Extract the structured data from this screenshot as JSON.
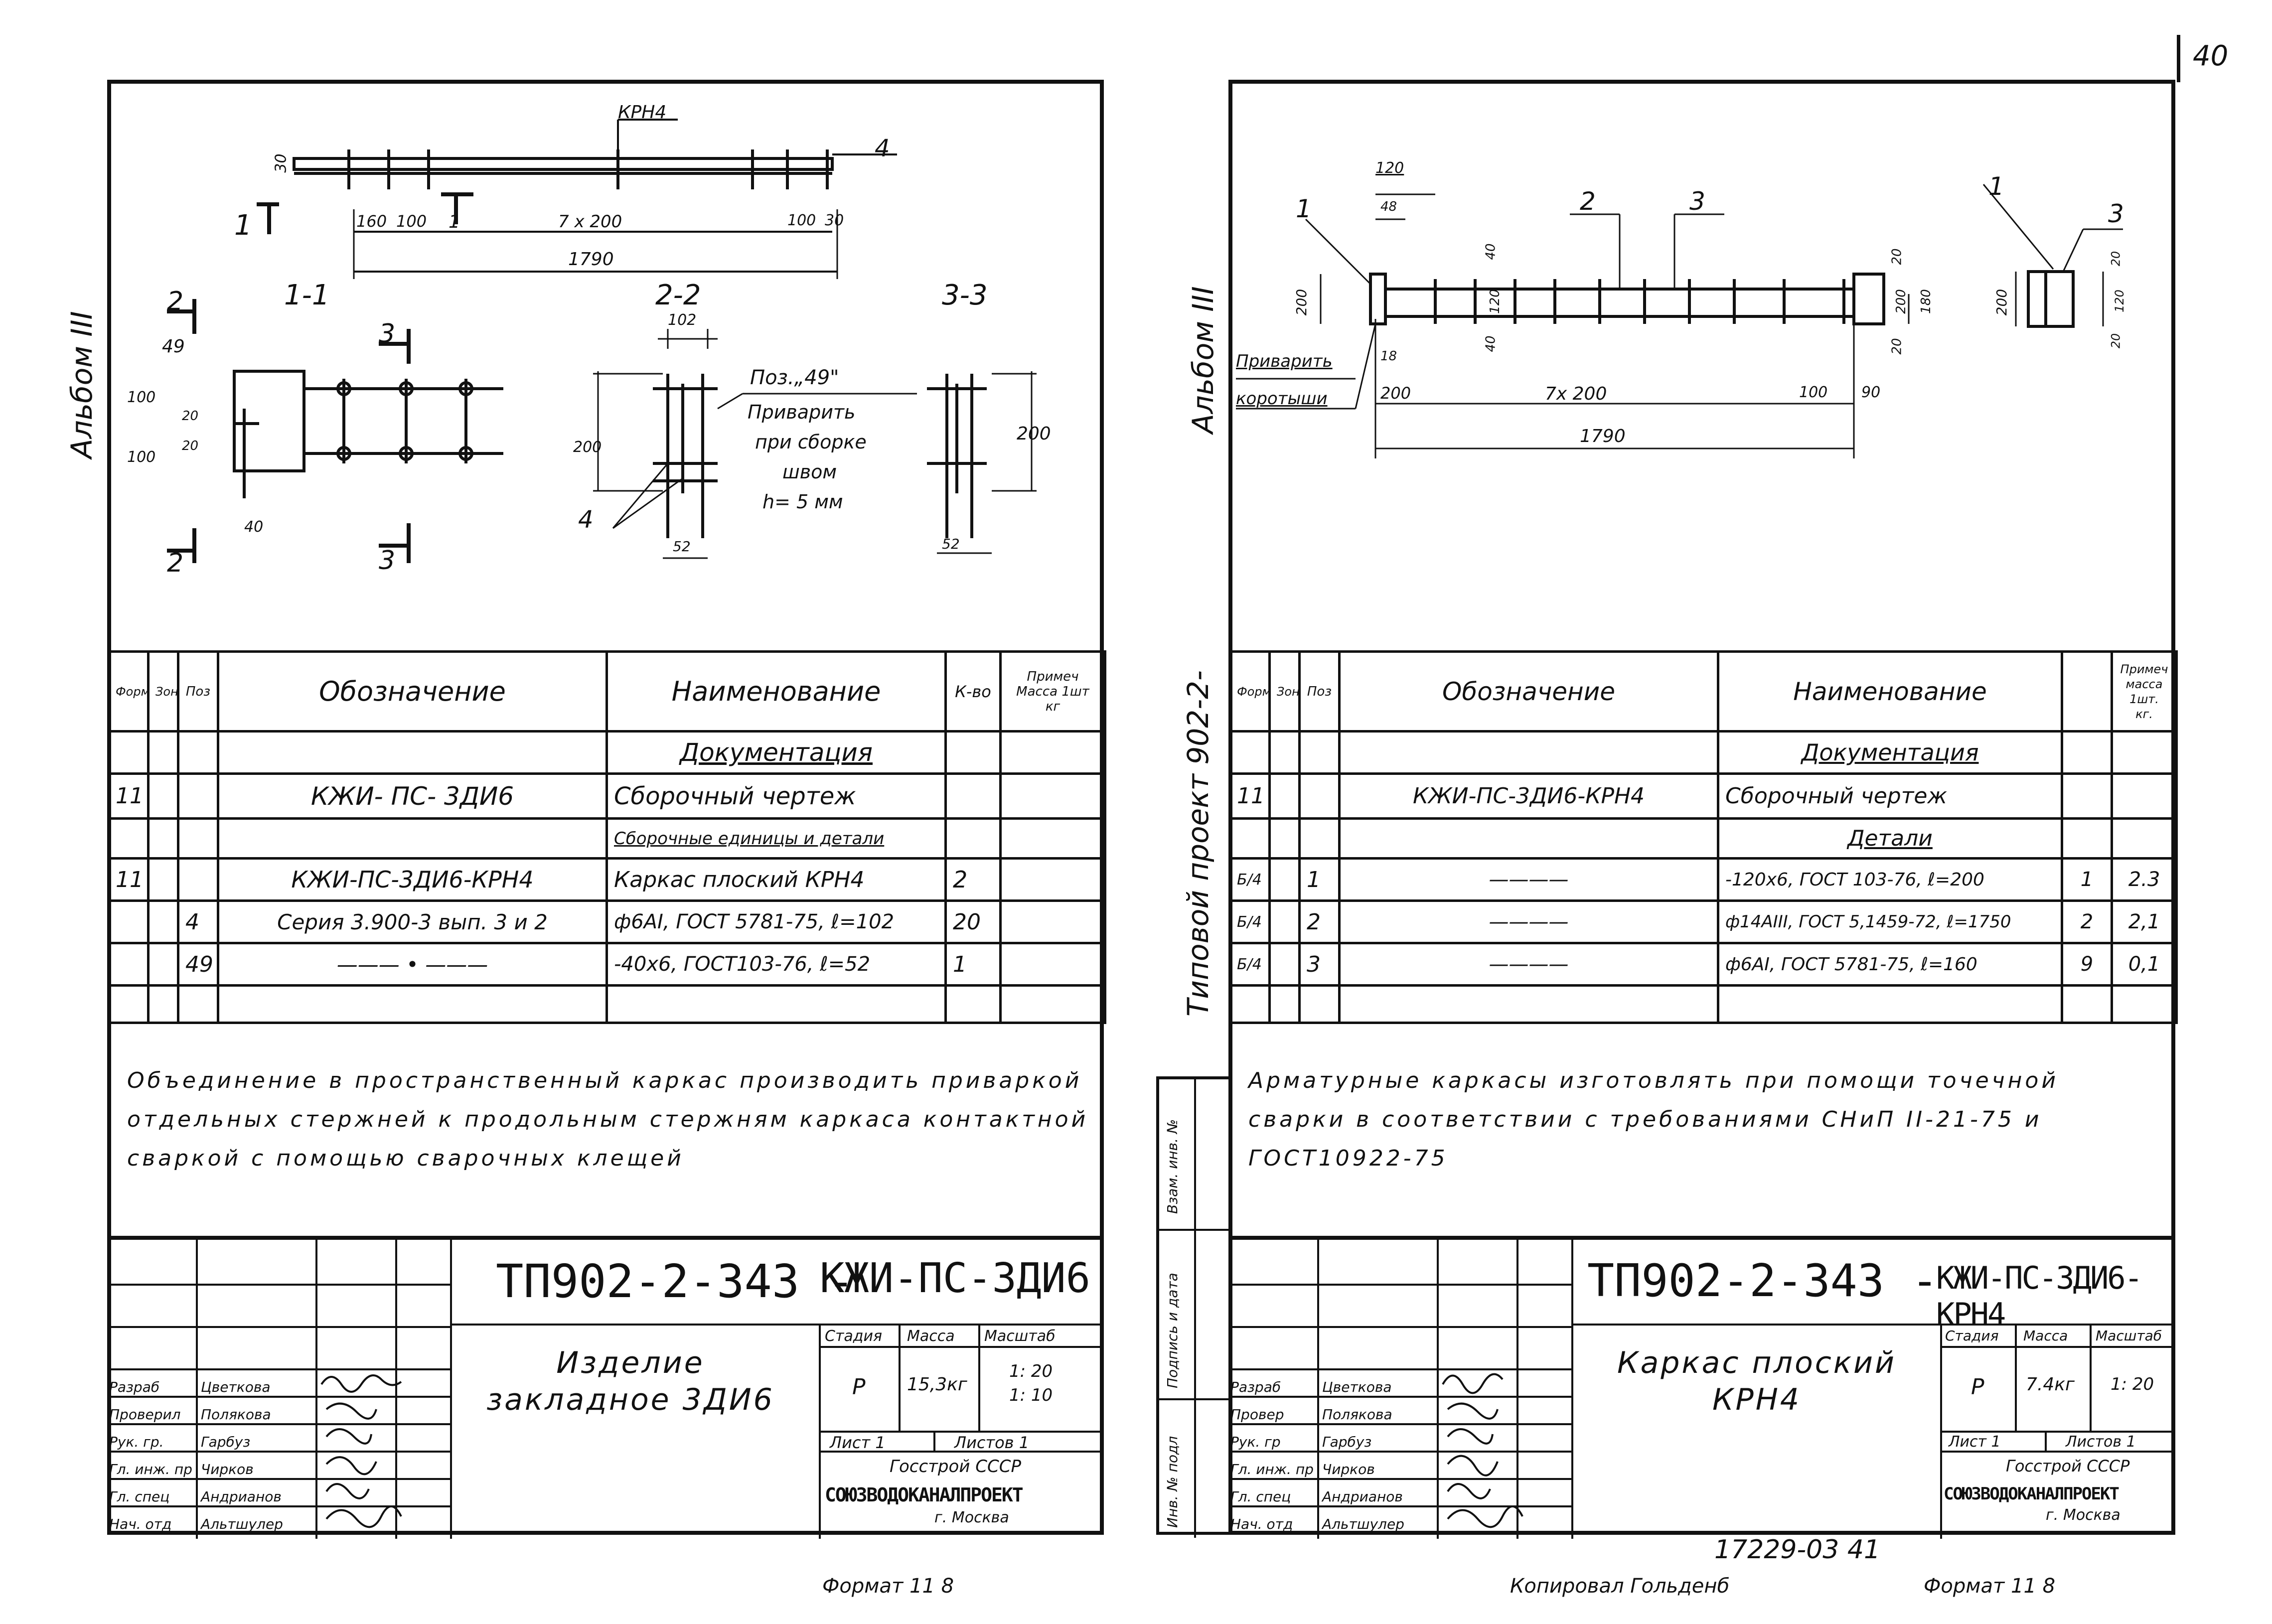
{
  "page_number": "40",
  "left": {
    "side_label": "Альбом III",
    "views": {
      "crn_callout": "КРН4",
      "pos_4": "4",
      "dim_30": "30",
      "dim_160": "160",
      "dim_100": "100",
      "dim_1": "1",
      "dim_7x200": "7 x 200",
      "dim_100b": "100",
      "dim_30b": "30",
      "dim_1790": "1790",
      "sec_11": "1-1",
      "sec_22": "2-2",
      "sec_33": "3-3",
      "cut_1": "1",
      "cut_2": "2",
      "cut_3": "3",
      "dim_49": "49",
      "dim_100c": "100",
      "dim_100d": "100",
      "dim_20a": "20",
      "dim_20b": "20",
      "dim_40": "40",
      "dim_102": "102",
      "dim_200a": "200",
      "dim_52a": "52",
      "dim_200b": "200",
      "dim_52b": "52",
      "pos_4b": "4",
      "note_pos": "Поз.„49\"",
      "note_l2": "Приварить",
      "note_l3": "при сборке",
      "note_l4": "швом",
      "note_l5": "h= 5 мм"
    },
    "table": {
      "headers": [
        "Формат",
        "Зона",
        "Поз",
        "Обозначение",
        "Наименование",
        "К-во",
        "Примеч Масса 1шт кг"
      ],
      "rows": [
        [
          "",
          "",
          "",
          "",
          "Документация",
          "",
          ""
        ],
        [
          "11",
          "",
          "",
          "КЖИ- ПС- 3ДИ6",
          "Сборочный чертеж",
          "",
          ""
        ],
        [
          "",
          "",
          "",
          "",
          "Сборочные единицы и детали",
          "",
          ""
        ],
        [
          "11",
          "",
          "",
          "КЖИ-ПС-3ДИ6-КРН4",
          "Каркас плоский КРН4",
          "2",
          ""
        ],
        [
          "",
          "",
          "4",
          "Серия 3.900-3 вып. 3 и 2",
          "ф6АI, ГОСТ 5781-75, ℓ=102",
          "20",
          ""
        ],
        [
          "",
          "",
          "49",
          "——— • ———",
          "-40x6, ГОСТ103-76, ℓ=52",
          "1",
          ""
        ],
        [
          "",
          "",
          "",
          "",
          "",
          "",
          ""
        ]
      ]
    },
    "notes": [
      "Объединение в пространственный каркас производить приваркой",
      "отдельных стержней к продольным стержням каркаса контактной",
      "сваркой с помощью сварочных клещей"
    ],
    "stamp": {
      "code": "ТП902-2-343 -",
      "mark": "КЖИ-ПС-3ДИ6",
      "title": "Изделие закладное 3ДИ6",
      "stage_label": "Стадия",
      "mass_label": "Масса",
      "scale_label": "Масштаб",
      "stage": "Р",
      "mass": "15,3кг",
      "scale": "1: 20\n1: 10",
      "sheet": "Лист 1",
      "sheets": "Листов 1",
      "org1": "Госстрой СССР",
      "org2": "СОЮЗВОДОКАНАЛПРОЕКТ",
      "org3": "г. Москва",
      "roles": [
        "Разраб",
        "Проверил",
        "Рук. гр.",
        "Гл. инж. пр",
        "Гл. спец",
        "Нач. отд"
      ],
      "names": [
        "Цветкова",
        "Полякова",
        "Гарбуз",
        "Чирков",
        "Андрианов",
        "Альтшулер"
      ]
    },
    "format": "Формат 11 8"
  },
  "right": {
    "side_label": "Альбом III",
    "type_project": "Типовой проект 902-2-",
    "views": {
      "dim_120": "120",
      "dim_48": "48",
      "pos_1a": "1",
      "pos_2a": "2",
      "pos_3a": "3",
      "pos_1b": "1",
      "pos_3b": "3",
      "dim_40a": "40",
      "dim_120b": "120",
      "dim_40b": "40",
      "dim_200a": "200",
      "dim_18": "18",
      "dim_20a": "20",
      "dim_200b": "200",
      "dim_180": "180",
      "dim_20b": "20",
      "dim_200": "200",
      "dim_7x200": "7x 200",
      "dim_100": "100",
      "dim_90": "90",
      "dim_1790": "1790",
      "weld_1": "Приварить",
      "weld_2": "коротыши",
      "dim_200c": "200",
      "dim_20c": "20",
      "dim_120c": "120",
      "dim_20d": "20"
    },
    "table": {
      "headers": [
        "Формат",
        "Зона",
        "Поз",
        "Обозначение",
        "Наименование",
        "",
        "Примеч масса 1шт. кг."
      ],
      "rows": [
        [
          "",
          "",
          "",
          "",
          "Документация",
          "",
          ""
        ],
        [
          "11",
          "",
          "",
          "КЖИ-ПС-3ДИ6-КРН4",
          "Сборочный чертеж",
          "",
          ""
        ],
        [
          "",
          "",
          "",
          "",
          "Детали",
          "",
          ""
        ],
        [
          "Б/4",
          "",
          "1",
          "————",
          "-120x6, ГОСТ 103-76, ℓ=200",
          "1",
          "2.3"
        ],
        [
          "Б/4",
          "",
          "2",
          "————",
          "ф14АIII, ГОСТ 5,1459-72, ℓ=1750",
          "2",
          "2,1"
        ],
        [
          "Б/4",
          "",
          "3",
          "————",
          "ф6АI, ГОСТ 5781-75, ℓ=160",
          "9",
          "0,1"
        ],
        [
          "",
          "",
          "",
          "",
          "",
          "",
          ""
        ]
      ]
    },
    "notes": [
      "Арматурные каркасы изготовлять при помощи точечной",
      "сварки в соответствии с требованиями СНиП II-21-75 и ГОСТ10922-75"
    ],
    "left_strip": [
      "Взам. инв. №",
      "Подпись и дата",
      "Инв. № подл"
    ],
    "stamp": {
      "code": "ТП902-2-343 -",
      "mark": "КЖИ-ПС-3ДИ6-КРН4",
      "title": "Каркас плоский КРН4",
      "stage_label": "Стадия",
      "mass_label": "Масса",
      "scale_label": "Масштаб",
      "stage": "Р",
      "mass": "7.4кг",
      "scale": "1: 20",
      "sheet": "Лист 1",
      "sheets": "Листов 1",
      "org1": "Госстрой СССР",
      "org2": "СОЮЗВОДОКАНАЛПРОЕКТ",
      "org3": "г. Москва",
      "roles": [
        "Разраб",
        "Провер",
        "Рук. гр",
        "Гл. инж. пр",
        "Гл. спец",
        "Нач. отд"
      ],
      "names": [
        "Цветкова",
        "Полякова",
        "Гарбуз",
        "Чирков",
        "Андрианов",
        "Альтшулер"
      ]
    },
    "footer_code": "17229-03 41",
    "copied": "Копировал Гольденб",
    "format": "Формат 11 8"
  }
}
